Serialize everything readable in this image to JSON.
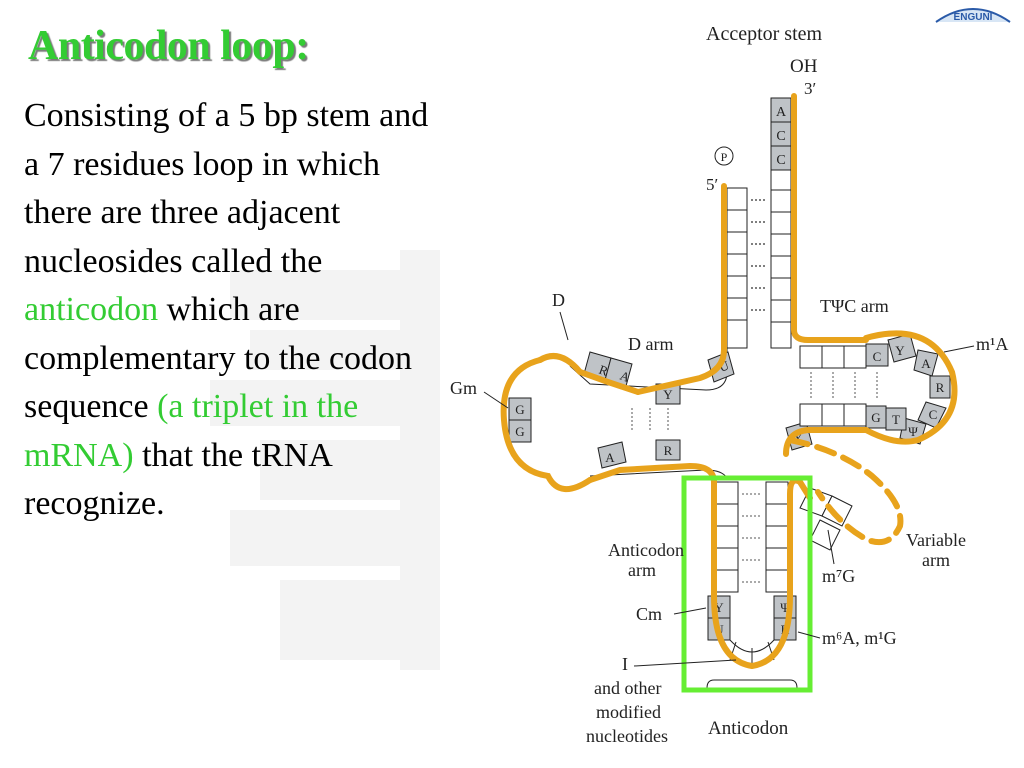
{
  "title": "Anticodon loop:",
  "body": {
    "p1": "Consisting of a 5 bp stem and a 7 residues loop in which there are three adjacent nucleosides called the ",
    "anticodon_word": "anticodon",
    "p2": " which are complementary to the codon sequence ",
    "paren": "(a triplet in the mRNA)",
    "p3": " that the tRNA recognize."
  },
  "diagram": {
    "labels": {
      "acceptor_stem": "Acceptor stem",
      "oh": "OH",
      "three_prime": "3′",
      "five_prime": "5′",
      "phosphate": "P",
      "d": "D",
      "d_arm": "D arm",
      "tpsic_arm": "TΨC arm",
      "m1a": "m¹A",
      "gm": "Gm",
      "anticodon_arm_1": "Anticodon",
      "anticodon_arm_2": "arm",
      "variable_arm_1": "Variable",
      "variable_arm_2": "arm",
      "m7g": "m⁷G",
      "cm": "Cm",
      "m6a_m1g": "m⁶A, m¹G",
      "inosine_1": "I",
      "inosine_2": "and other",
      "inosine_3": "modified",
      "inosine_4": "nucleotides",
      "anticodon": "Anticodon"
    },
    "bases": {
      "acceptor_a": "A",
      "acceptor_c1": "C",
      "acceptor_c2": "C",
      "d_r": "R",
      "d_a": "A",
      "d_y": "Y",
      "d_u": "U",
      "gm_g1": "G",
      "gm_g2": "G",
      "d_lower_a": "A",
      "d_lower_r": "R",
      "t_c": "C",
      "t_y": "Y",
      "t_a": "A",
      "t_r": "R",
      "t_c2": "C",
      "t_psi": "Ψ",
      "t_t": "T",
      "t_g": "G",
      "t_y2": "Y",
      "ac_y": "Y",
      "ac_u": "U",
      "ac_psi": "Ψ",
      "ac_r": "R"
    },
    "colors": {
      "backbone": "#e8a31c",
      "highlight_box": "#66ee33",
      "base_fill": "#bfc3c7"
    }
  },
  "logo_text": "ENGUNI"
}
